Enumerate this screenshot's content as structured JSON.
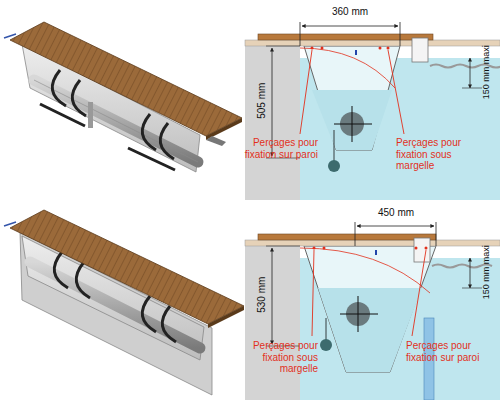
{
  "diagram": {
    "labels": [
      "360 mm",
      "505 mm",
      "150 mm maxi",
      "Perçages pour fixation sur paroi",
      "Perçages pour fixation sous margelle",
      "450 mm",
      "530 mm",
      "150 mm maxi",
      "Perçages pour fixation sous margelle",
      "Perçages pour fixation sur paroi"
    ]
  }
}
